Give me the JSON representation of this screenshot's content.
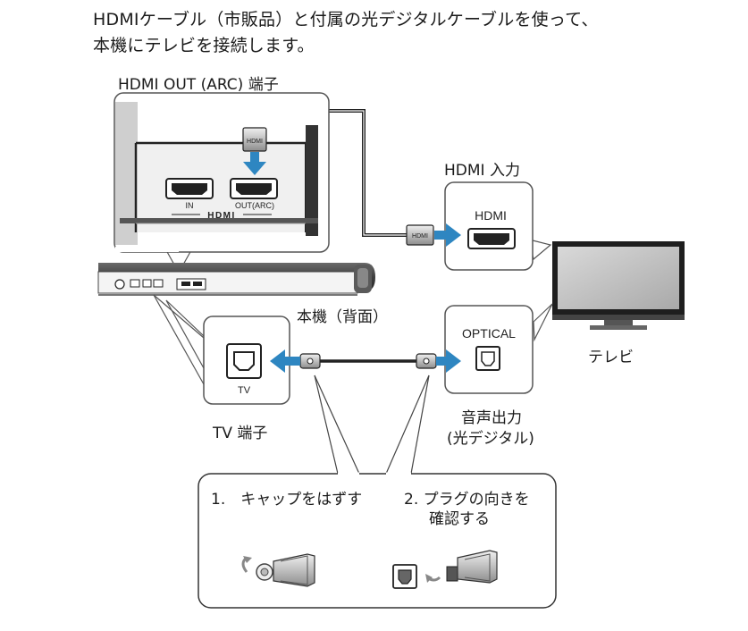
{
  "intro": {
    "line1": "HDMIケーブル（市販品）と付属の光デジタルケーブルを使って、",
    "line2": "本機にテレビを接続します。"
  },
  "labels": {
    "hdmi_out_port": "HDMI OUT (ARC) 端子",
    "hdmi_input": "HDMI 入力",
    "unit_rear": "本機（背面）",
    "tv": "テレビ",
    "tv_port": "TV 端子",
    "audio_out_line1": "音声出力",
    "audio_out_line2": "(光デジタル)"
  },
  "panel": {
    "in_label": "IN",
    "out_label": "OUT(ARC)",
    "hdmi_logo": "HDMI"
  },
  "connectors": {
    "plug_label": "HDMI",
    "tv_hdmi_label": "HDMI",
    "optical_label": "OPTICAL",
    "tv_port_label": "TV"
  },
  "steps": {
    "step1": "1.　キャップをはずす",
    "step2_line1": "2. プラグの向きを",
    "step2_line2": "確認する"
  },
  "colors": {
    "arrow": "#2e86c1",
    "line": "#222222",
    "panel": "#f2f2f2"
  }
}
